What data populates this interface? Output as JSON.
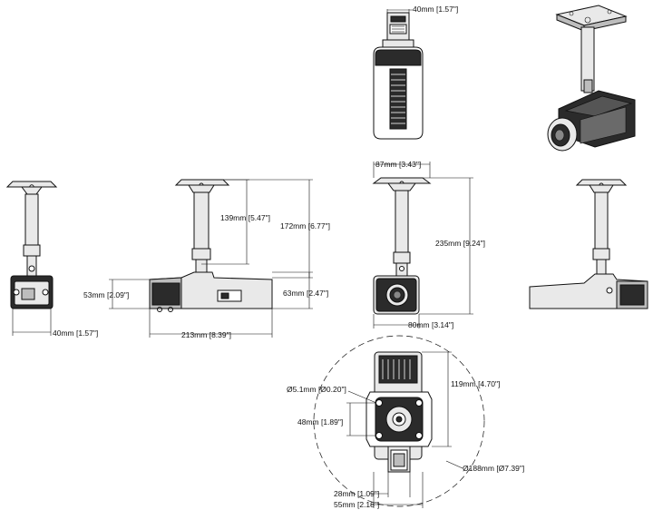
{
  "dimensions": {
    "top_front_width": "40mm [1.57\"]",
    "left_side_width": "40mm [1.57\"]",
    "mount_height": "139mm [5.47\"]",
    "total_height": "172mm [6.77\"]",
    "body_height_left": "53mm [2.09\"]",
    "body_height_right": "63mm [2.47\"]",
    "body_length": "213mm [8.39\"]",
    "plate_width_front": "87mm [3.43\"]",
    "front_total_height": "235mm [9.24\"]",
    "front_body_width": "80mm [3.14\"]",
    "hole_diameter": "Ø5.1mm [Ø0.20\"]",
    "hole_spacing_a": "48mm [1.89\"]",
    "bracket_reach": "119mm [4.70\"]",
    "bolt_circle": "Ø188mm [Ø7.39\"]",
    "bottom_width_a": "28mm [1.09\"]",
    "bottom_width_b": "55mm [2.18\"]"
  }
}
